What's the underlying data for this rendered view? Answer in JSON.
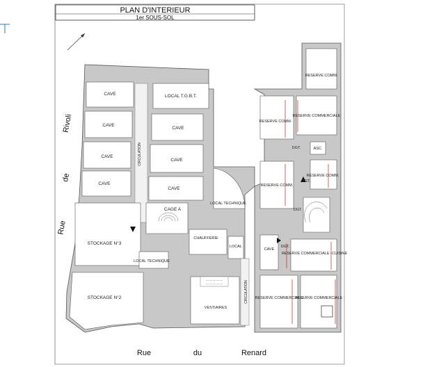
{
  "title": "PLAN D'INTERIEUR",
  "subtitle": "1er SOUS-SOL",
  "streets": {
    "rivoli": [
      "Rue",
      "de",
      "Rivoli"
    ],
    "renard": [
      "Rue",
      "du",
      "Renard"
    ]
  },
  "rooms": {
    "cave_1": "CAVE",
    "local_tgbt": "LOCAL T.G.B.T.",
    "cave_2": "CAVE",
    "cave_3": "CAVE",
    "cave_4": "CAVE",
    "cave_5": "CAVE",
    "cave_6": "CAVE",
    "cave_7": "CAVE",
    "circulation_1": "CIRCULATION",
    "circulation_2": "CIRCULATION",
    "cage_a": "CAGE A",
    "local_technique_1": "LOCAL TECHNIQUE",
    "local_technique_2": "LOCAL TECHNIQUE",
    "stockage_3": "STOCKAGE N°3",
    "stockage_2": "STOCKAGE N°2",
    "chaufferie": "CHAUFFERIE",
    "local": "LOCAL",
    "vestiaires": "VESTIAIRES",
    "cave_8": "CAVE",
    "reserve_comm_top": "RESERVE COMM.",
    "reserve_comm_1": "RESERVE COMM.",
    "reserve_commerciale_1": "RESERVE COMMERCIALE",
    "dgt_1": "DGT.",
    "asc": "ASC.",
    "reserve_comm_2": "RESERVE COMM.",
    "dgt_2": "DGT.",
    "reserve_comm_3": "RESERVE COMM.",
    "dgt_3": "DGT.",
    "dgt_4": "DGT.",
    "reserve_commerciale_cuisine": "RESERVE COMMERCIALE -CUISINE",
    "reserve_commerciale_2": "RESERVE COMMERCIALE",
    "reserve_commerciale_3": "RESERVE COMMERCIALE"
  },
  "colors": {
    "wall": "#c8c8c8",
    "accent_red": "#d23a2a",
    "line": "#555555"
  }
}
